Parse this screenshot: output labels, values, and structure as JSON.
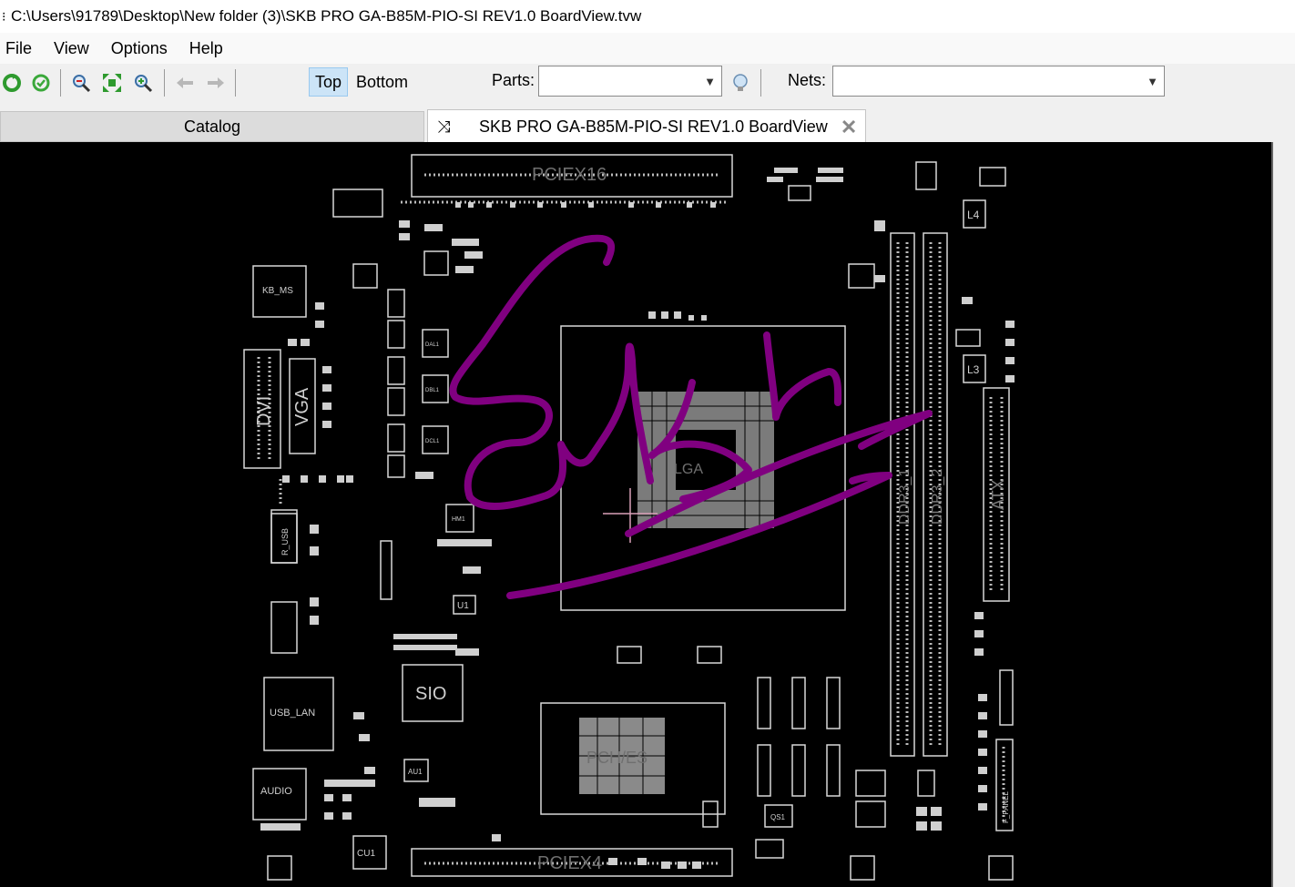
{
  "window": {
    "icon": "app-icon",
    "title": "C:\\Users\\91789\\Desktop\\New folder (3)\\SKB PRO GA-B85M-PIO-SI REV1.0 BoardView.tvw"
  },
  "menu": {
    "items": [
      "File",
      "View",
      "Options",
      "Help"
    ]
  },
  "toolbar": {
    "top_label": "Top",
    "bottom_label": "Bottom",
    "parts_label": "Parts:",
    "parts_value": "",
    "nets_label": "Nets:",
    "nets_value": "",
    "icons": [
      "reload-icon",
      "refresh-icon",
      "zoom-out-icon",
      "fit-icon",
      "zoom-in-icon",
      "back-arrow-icon",
      "forward-arrow-icon",
      "light-bulb-icon"
    ]
  },
  "tabs": {
    "catalog": "Catalog",
    "board": "SKB PRO GA-B85M-PIO-SI REV1.0 BoardView"
  },
  "board": {
    "background": "#000000",
    "outline_color": "#d8d8d8",
    "annotation_color": "#800080",
    "labels": {
      "pciex16": "PCIEX16",
      "pciex4": "PCIEX4",
      "kb_ms": "KB_MS",
      "dvi": "DVI",
      "vga": "VGA",
      "r_usb": "R_USB",
      "usb_lan": "USB_LAN",
      "audio": "AUDIO",
      "sio": "SIO",
      "cpu": "LGA",
      "pch": "PCH/ES",
      "ddr3_1": "DDR3_1",
      "ddr3_2": "DDR3_2",
      "atx": "ATX",
      "l4": "L4",
      "l3": "L3",
      "u1": "U1",
      "cu1": "CU1",
      "au1": "AU1",
      "f_panel": "F_PANEL",
      "dal1": "DAL1",
      "dbl1": "DBL1",
      "dcl1": "DCL1",
      "hm1": "HM1",
      "qs1": "QS1"
    }
  }
}
